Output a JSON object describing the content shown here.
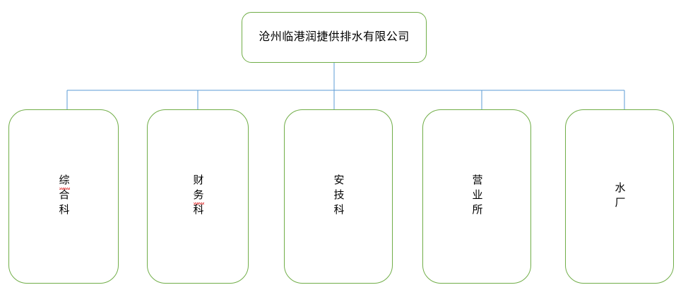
{
  "diagram": {
    "type": "organization-chart",
    "title": "沧州临港润捷供排水有限公司",
    "colors": {
      "node_border": "#70AD47",
      "node_fill": "#FFFFFF",
      "connector": "#5B9BD5",
      "text": "#000000",
      "spellcheck_underline": "#E03030"
    },
    "root": {
      "label": "沧州临港润捷供排水有限公司",
      "orientation": "horizontal"
    },
    "children": [
      {
        "label": "综合科",
        "orientation": "vertical",
        "spellcheck_char_index": 0
      },
      {
        "label": "财务科",
        "orientation": "vertical",
        "spellcheck_char_index": 1
      },
      {
        "label": "安技科",
        "orientation": "vertical",
        "spellcheck_char_index": -1
      },
      {
        "label": "营业所",
        "orientation": "vertical",
        "spellcheck_char_index": -1
      },
      {
        "label": "水厂",
        "orientation": "vertical",
        "spellcheck_char_index": -1
      }
    ]
  }
}
